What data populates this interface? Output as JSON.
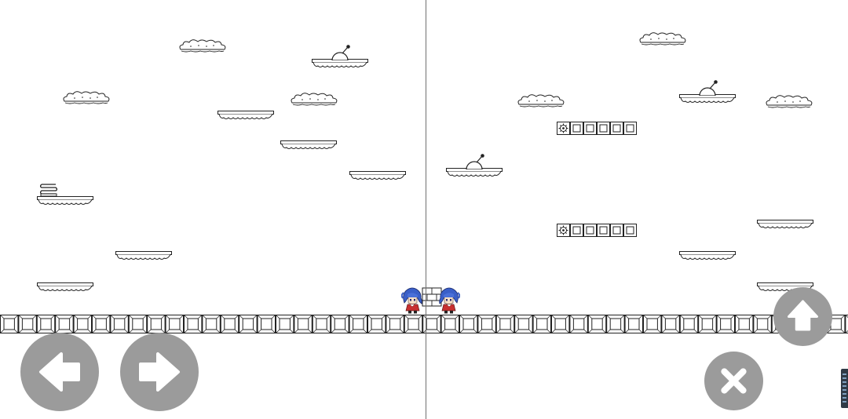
{
  "game": {
    "screen_mode": "split-screen",
    "players": [
      {
        "id": "player-1",
        "sprite": "blue-haired-girl-icon",
        "facing": "right"
      },
      {
        "id": "player-2",
        "sprite": "blue-haired-girl-icon",
        "facing": "left"
      }
    ],
    "tiles": {
      "ground": "stone-block-icon",
      "platform": "cloud-platform-icon",
      "cloud": "cloud-icon",
      "spring": "spring-icon",
      "lever": "lever-icon",
      "special_block": "gear-block-icon",
      "brick": "brick-block-icon"
    }
  },
  "controls": {
    "left": {
      "icon": "arrow-left-icon"
    },
    "right": {
      "icon": "arrow-right-icon"
    },
    "jump": {
      "icon": "arrow-up-icon"
    },
    "close": {
      "icon": "close-icon"
    }
  },
  "colors": {
    "button": "#9b9b9b",
    "button_icon": "#ffffff",
    "outline": "#202020",
    "hair": "#3a5fc8",
    "dress": "#c83030",
    "divider": "#707070"
  }
}
